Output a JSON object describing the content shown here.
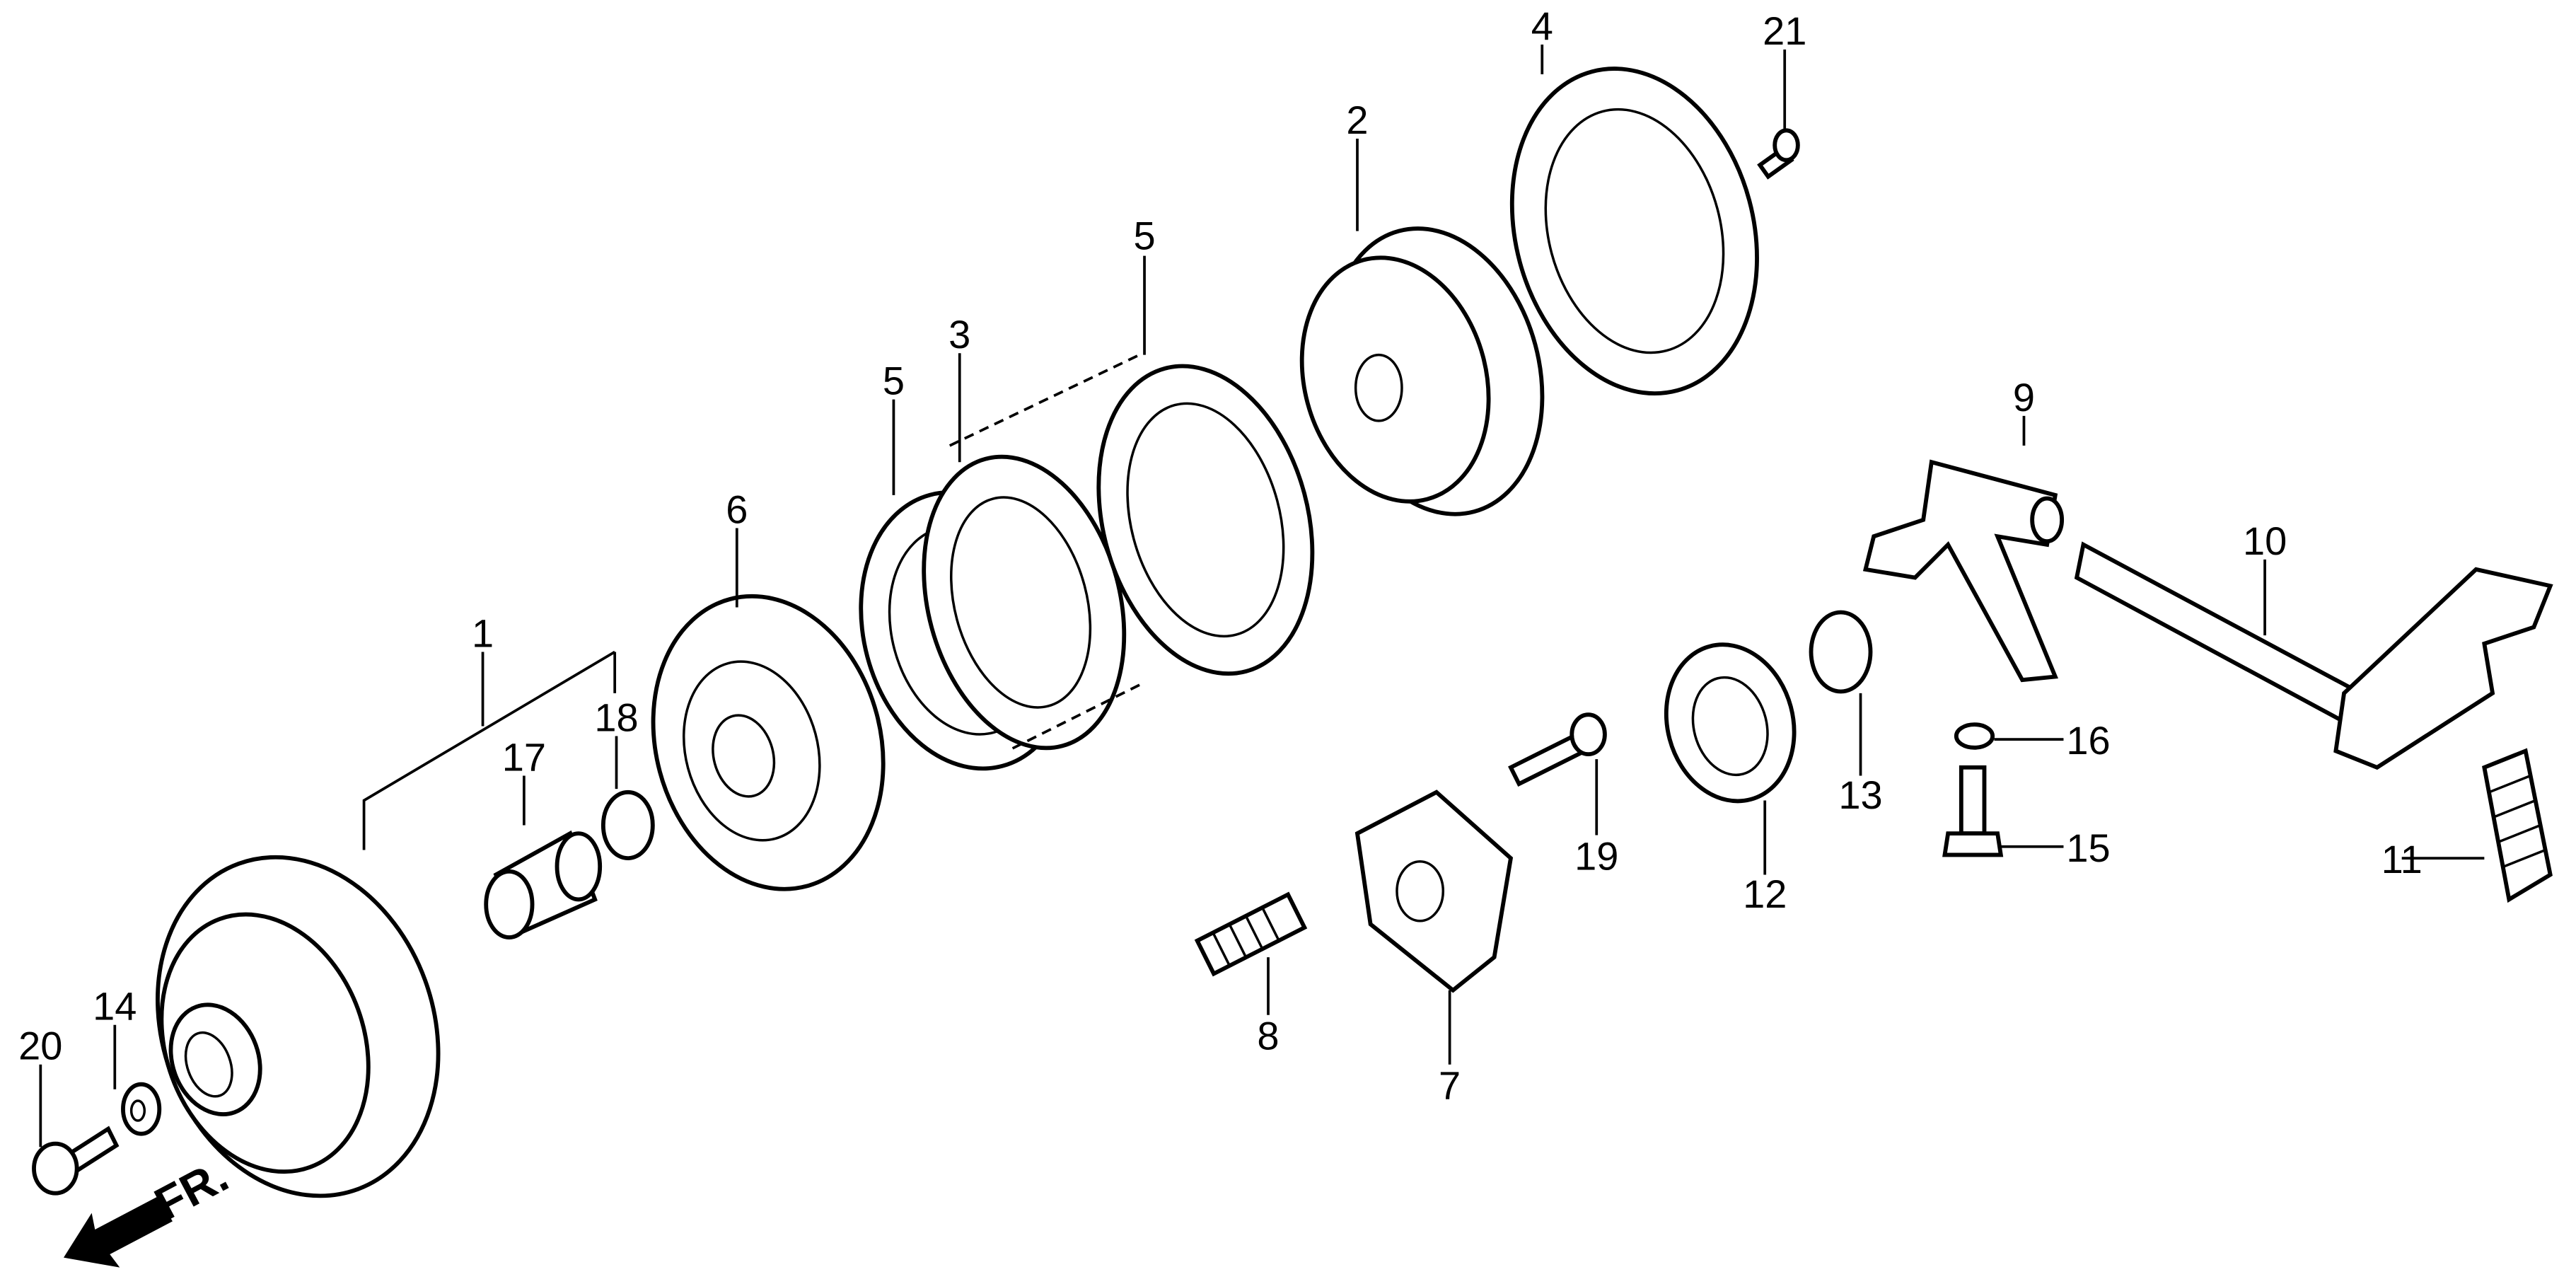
{
  "diagram": {
    "type": "exploded parts diagram",
    "direction_marker": "FR.",
    "callouts": [
      {
        "id": "c1",
        "label": "1"
      },
      {
        "id": "c2",
        "label": "2"
      },
      {
        "id": "c3",
        "label": "3"
      },
      {
        "id": "c4",
        "label": "4"
      },
      {
        "id": "c5a",
        "label": "5"
      },
      {
        "id": "c5b",
        "label": "5"
      },
      {
        "id": "c6",
        "label": "6"
      },
      {
        "id": "c7",
        "label": "7"
      },
      {
        "id": "c8",
        "label": "8"
      },
      {
        "id": "c9",
        "label": "9"
      },
      {
        "id": "c10",
        "label": "10"
      },
      {
        "id": "c11",
        "label": "11"
      },
      {
        "id": "c12",
        "label": "12"
      },
      {
        "id": "c13",
        "label": "13"
      },
      {
        "id": "c14",
        "label": "14"
      },
      {
        "id": "c15",
        "label": "15"
      },
      {
        "id": "c16",
        "label": "16"
      },
      {
        "id": "c17",
        "label": "17"
      },
      {
        "id": "c18",
        "label": "18"
      },
      {
        "id": "c19",
        "label": "19"
      },
      {
        "id": "c20",
        "label": "20"
      },
      {
        "id": "c21",
        "label": "21"
      }
    ]
  }
}
